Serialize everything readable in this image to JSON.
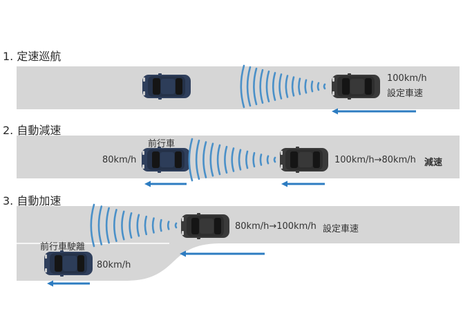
{
  "sections": [
    {
      "heading": "1. 定速巡航",
      "labels": {
        "rear_speed": "100km/h",
        "rear_desc": "設定車速"
      }
    },
    {
      "heading": "2. 自動減速",
      "labels": {
        "front_tag": "前行車",
        "front_speed": "80km/h",
        "rear_speed": "100km/h→80km/h",
        "rear_desc": "減速"
      }
    },
    {
      "heading": "3. 自動加速",
      "labels": {
        "main_speed": "80km/h→100km/h",
        "main_desc": "設定車速",
        "side_tag": "前行車駛離",
        "side_speed": "80km/h"
      }
    }
  ],
  "colors": {
    "road": "#d6d6d6",
    "arrow": "#2d7cc1",
    "wave": "#4a90c8",
    "car_dark": "#3a3a3a",
    "car_navy": "#2f3f5c"
  },
  "icons": [
    "car-icon",
    "radar-wave-icon",
    "arrow-left-icon"
  ]
}
